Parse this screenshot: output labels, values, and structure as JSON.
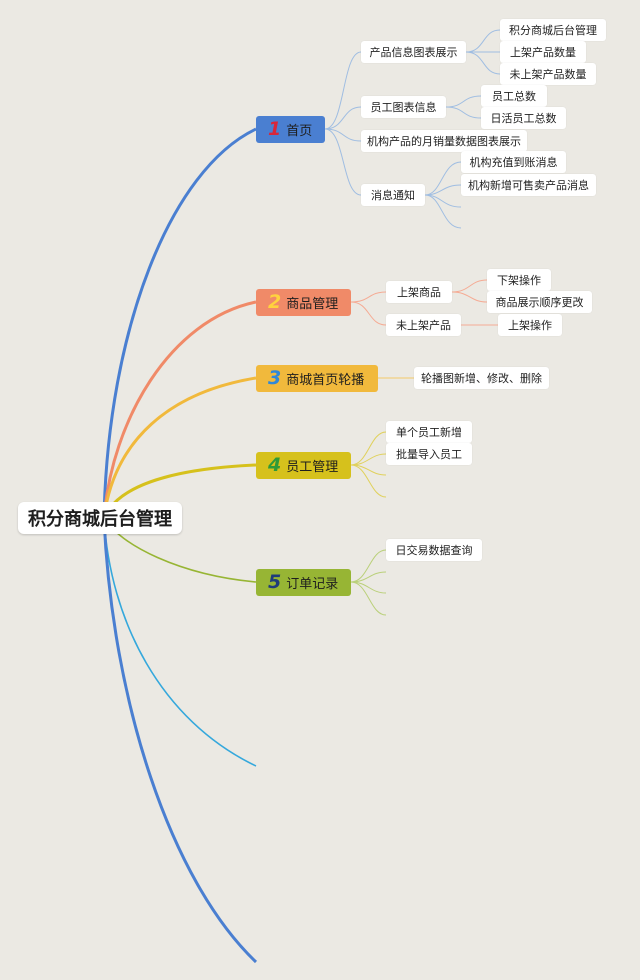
{
  "root": {
    "label": "积分商城后台管理"
  },
  "colors": {
    "background": "#ebe9e3",
    "branch1": "#4a7fd1",
    "branch2": "#f08a68",
    "branch3": "#f1b93c",
    "branch4": "#d6c11c",
    "branch5": "#97b534",
    "extra_line": "#35a8dc"
  },
  "branches": [
    {
      "num": "1",
      "label": "首页",
      "children": [
        {
          "label": "产品信息图表展示",
          "children": [
            "积分商城后台管理",
            "上架产品数量",
            "未上架产品数量"
          ]
        },
        {
          "label": "员工图表信息",
          "children": [
            "员工总数",
            "日活员工总数"
          ]
        },
        {
          "label": "机构产品的月销量数据图表展示"
        },
        {
          "label": "消息通知",
          "children": [
            "机构充值到账消息",
            "机构新增可售卖产品消息"
          ]
        }
      ]
    },
    {
      "num": "2",
      "label": "商品管理",
      "children": [
        {
          "label": "上架商品",
          "children": [
            "下架操作",
            "商品展示顺序更改"
          ]
        },
        {
          "label": "未上架产品",
          "children": [
            "上架操作"
          ]
        }
      ]
    },
    {
      "num": "3",
      "label": "商城首页轮播",
      "children": [
        {
          "label": "轮播图新增、修改、删除"
        }
      ]
    },
    {
      "num": "4",
      "label": "员工管理",
      "children": [
        {
          "label": "单个员工新增"
        },
        {
          "label": "批量导入员工"
        }
      ]
    },
    {
      "num": "5",
      "label": "订单记录",
      "children": [
        {
          "label": "日交易数据查询"
        }
      ]
    }
  ]
}
